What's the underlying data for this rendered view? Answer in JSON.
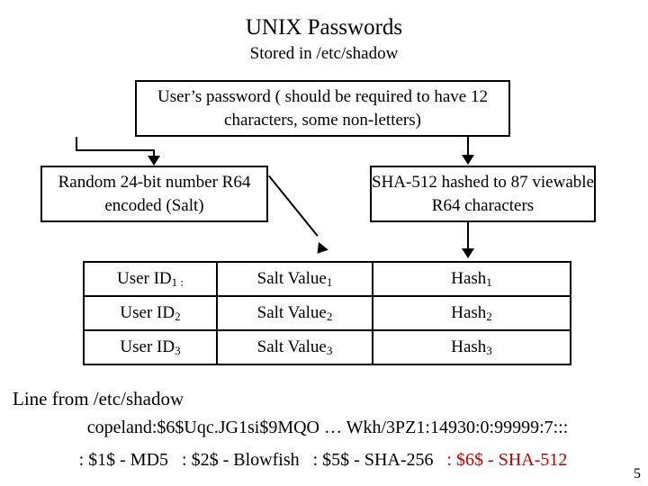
{
  "slide": {
    "title": "UNIX Passwords",
    "subtitle": "Stored in /etc/shadow",
    "page_number": "5"
  },
  "boxes": {
    "password": "User’s password ( should be required to have 12 characters, some non-letters)",
    "salt": "Random 24-bit number R64 encoded (Salt)",
    "hash": "SHA-512 hashed to 87 viewable R64 characters"
  },
  "table": {
    "rows": [
      {
        "user": "User ID",
        "user_sub": "1 :",
        "salt": "Salt Value",
        "salt_sub": "1",
        "hash": "Hash",
        "hash_sub": "1"
      },
      {
        "user": "User ID",
        "user_sub": "2",
        "salt": "Salt Value",
        "salt_sub": "2",
        "hash": "Hash",
        "hash_sub": "2"
      },
      {
        "user": "User ID",
        "user_sub": "3",
        "salt": "Salt Value",
        "salt_sub": "3",
        "hash": "Hash",
        "hash_sub": "3"
      }
    ]
  },
  "bottom": {
    "line_label": "Line from /etc/shadow",
    "shadow_line": "copeland:$6$Uqc.JG1si$9MQO … Wkh/3PZ1:14930:0:99999:7:::",
    "algo_md5": ": $1$ - MD5",
    "algo_blowfish": ": $2$ - Blowfish",
    "algo_sha256": ": $5$ - SHA-256",
    "algo_sha512": ": $6$ - SHA-512",
    "algo_sha512_color": "#c00000"
  }
}
